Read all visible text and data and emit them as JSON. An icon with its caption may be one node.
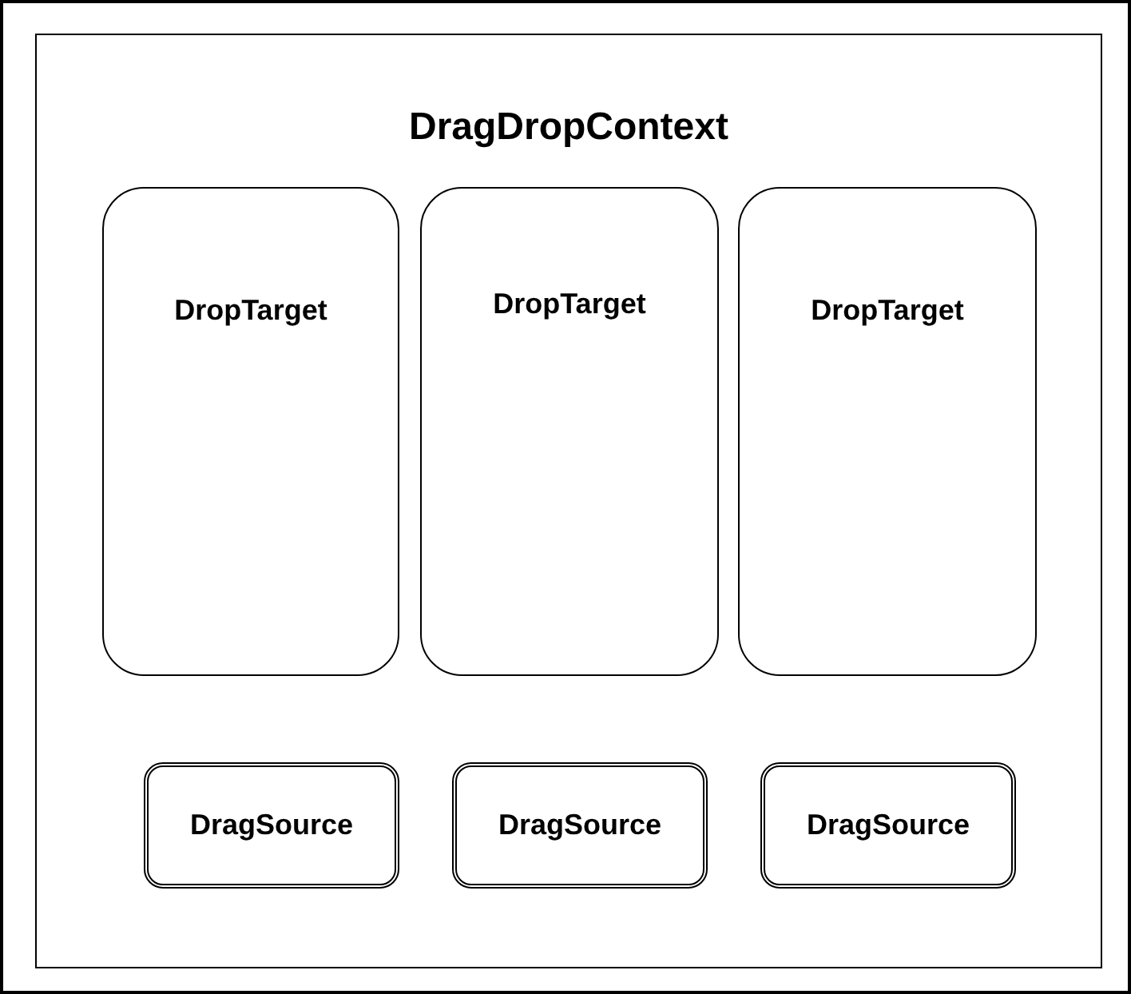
{
  "diagram": {
    "nodes": [
      {
        "text": [
          "DragDropContext"
        ]
      },
      {
        "text": [
          "DropTarget"
        ],
        "in": 0
      },
      {
        "text": [
          "DropTarget"
        ],
        "in": 0
      },
      {
        "text": [
          "DropTarget"
        ],
        "in": 0
      },
      {
        "text": [
          "DragSource"
        ],
        "in": 0
      },
      {
        "text": [
          "DragSource"
        ],
        "in": 0
      },
      {
        "text": [
          "DragSource"
        ],
        "in": 0
      }
    ]
  }
}
